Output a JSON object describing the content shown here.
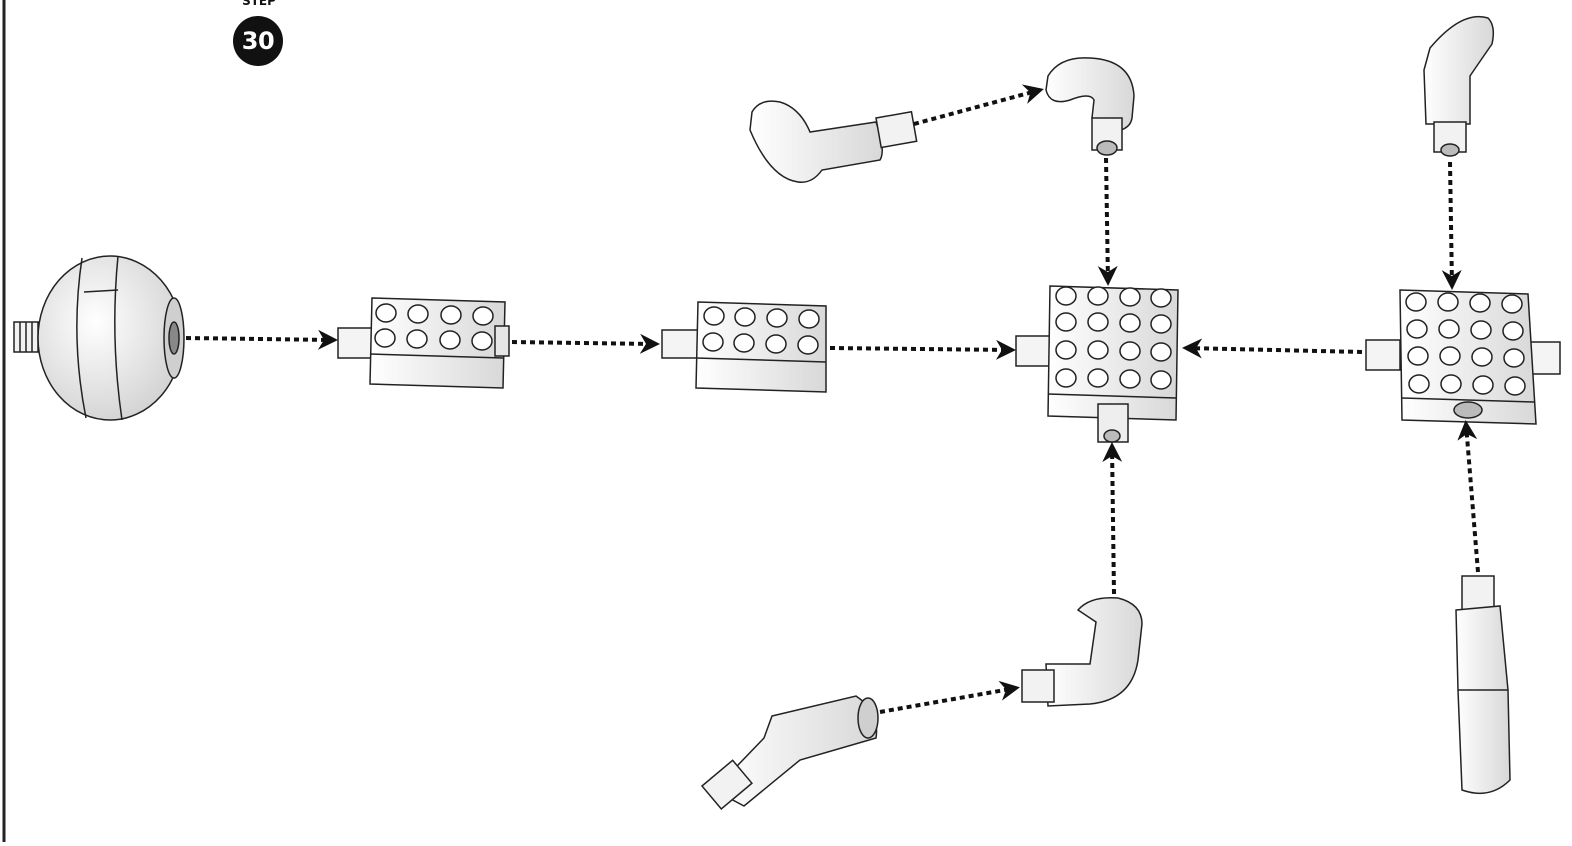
{
  "instruction": {
    "step_label": "STEP",
    "step_number": "30"
  },
  "colors": {
    "outline": "#1a1a1a",
    "part_fill": "#f4f4f4",
    "part_shade": "#d9d9d9",
    "arrow": "#111111",
    "badge": "#111111"
  },
  "parts": [
    {
      "id": "sphere",
      "kind": "round shell with axle"
    },
    {
      "id": "brick-2x4-a",
      "kind": "2x4 brick with axle"
    },
    {
      "id": "brick-2x4-b",
      "kind": "2x4 brick with axle"
    },
    {
      "id": "brick-4x4-center",
      "kind": "4x4 brick with axle connectors"
    },
    {
      "id": "brick-4x4-right",
      "kind": "4x4 brick with axle connectors"
    },
    {
      "id": "elbow-top",
      "kind": "elbow connector"
    },
    {
      "id": "bent-tube-top",
      "kind": "bent tube"
    },
    {
      "id": "elbow-top-right",
      "kind": "elbow connector"
    },
    {
      "id": "elbow-bottom",
      "kind": "elbow connector"
    },
    {
      "id": "bent-tube-bottom",
      "kind": "bent tube"
    },
    {
      "id": "tube-bottom-right",
      "kind": "bent tube"
    }
  ],
  "arrows_count": 10
}
